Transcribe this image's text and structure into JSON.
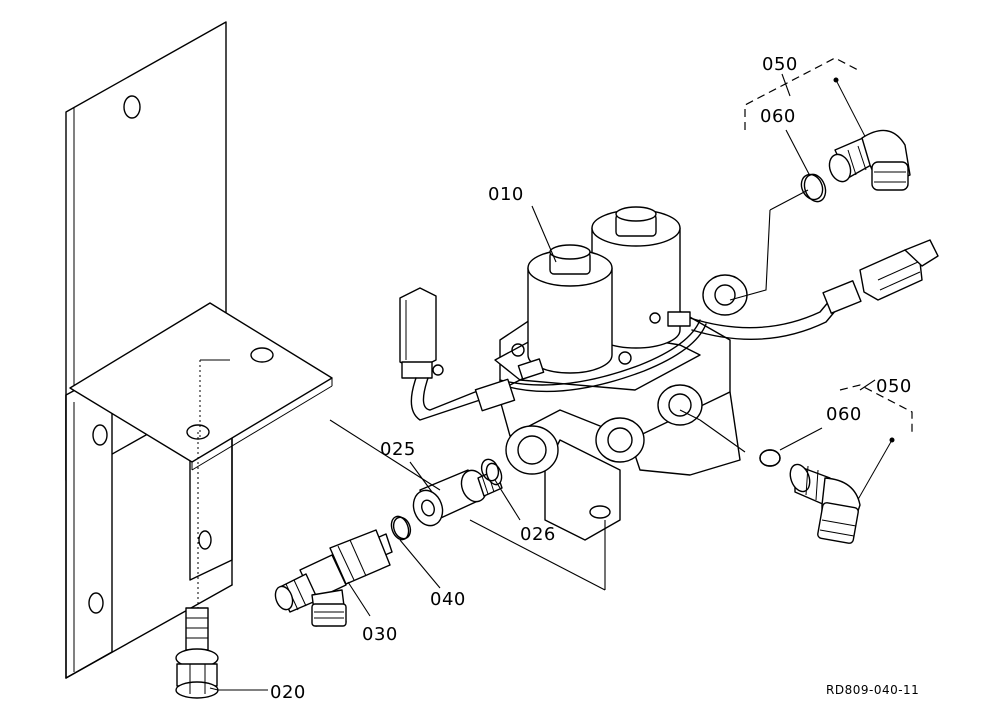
{
  "diagram": {
    "type": "exploded-parts-diagram",
    "callouts": [
      "010",
      "020",
      "025",
      "026",
      "030",
      "040",
      "050",
      "060",
      "050",
      "060"
    ],
    "reference_code": "RD809-040-11"
  }
}
